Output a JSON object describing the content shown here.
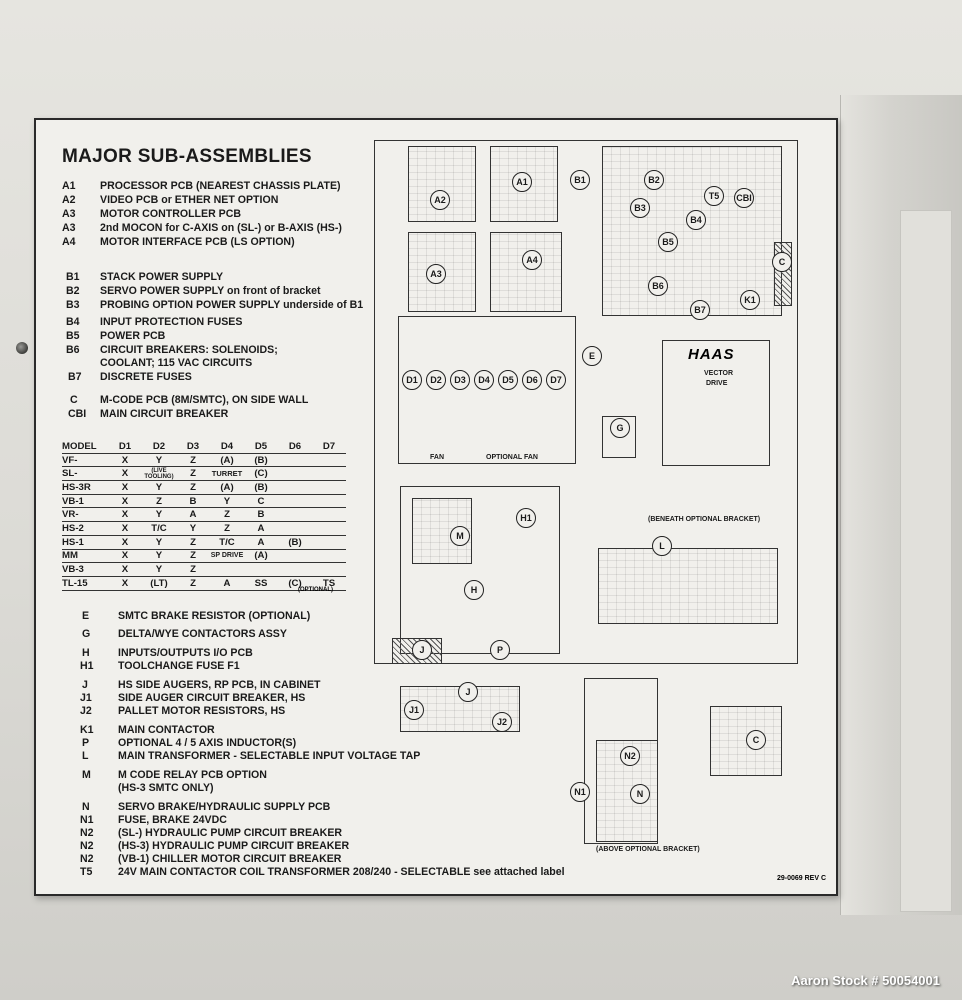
{
  "label": {
    "title": "MAJOR SUB-ASSEMBLIES",
    "revision": "29-0069 REV C",
    "legend": [
      {
        "code": "A1",
        "desc": "PROCESSOR PCB (NEAREST CHASSIS PLATE)"
      },
      {
        "code": "A2",
        "desc": "VIDEO PCB or ETHER NET OPTION"
      },
      {
        "code": "A3",
        "desc": "MOTOR CONTROLLER PCB"
      },
      {
        "code": "A3",
        "desc": "2nd MOCON for C-AXIS on (SL-) or  B-AXIS (HS-)"
      },
      {
        "code": "A4",
        "desc": "MOTOR INTERFACE PCB (LS OPTION)"
      },
      {
        "code": "B1",
        "desc": "STACK POWER SUPPLY"
      },
      {
        "code": "B2",
        "desc": "SERVO POWER SUPPLY on front of bracket"
      },
      {
        "code": "B3",
        "desc": "PROBING OPTION POWER SUPPLY underside of B1"
      },
      {
        "code": "B4",
        "desc": "INPUT PROTECTION FUSES"
      },
      {
        "code": "B5",
        "desc": "POWER PCB"
      },
      {
        "code": "B6",
        "desc": "CIRCUIT BREAKERS: SOLENOIDS;"
      },
      {
        "code": "",
        "desc": "COOLANT; 115 VAC CIRCUITS"
      },
      {
        "code": "B7",
        "desc": "DISCRETE FUSES"
      },
      {
        "code": "C",
        "desc": "M-CODE PCB (8M/SMTC), ON SIDE WALL"
      },
      {
        "code": "CBI",
        "desc": "MAIN CIRCUIT BREAKER"
      }
    ],
    "models_header": [
      "MODEL",
      "D1",
      "D2",
      "D3",
      "D4",
      "D5",
      "D6",
      "D7"
    ],
    "models": [
      [
        "VF-",
        "X",
        "Y",
        "Z",
        "(A)",
        "(B)",
        "",
        ""
      ],
      [
        "SL-",
        "X",
        "(LIVE TOOLING)",
        "Z",
        "TURRET",
        "(C)",
        "",
        ""
      ],
      [
        "HS-3R",
        "X",
        "Y",
        "Z",
        "(A)",
        "(B)",
        "",
        ""
      ],
      [
        "VB-1",
        "X",
        "Z",
        "B",
        "Y",
        "C",
        "",
        ""
      ],
      [
        "VR-",
        "X",
        "Y",
        "A",
        "Z",
        "B",
        "",
        ""
      ],
      [
        "HS-2",
        "X",
        "T/C",
        "Y",
        "Z",
        "A",
        "",
        ""
      ],
      [
        "HS-1",
        "X",
        "Y",
        "Z",
        "T/C",
        "A",
        "(B)",
        ""
      ],
      [
        "MM",
        "X",
        "Y",
        "Z",
        "SP DRIVE",
        "(A)",
        "",
        ""
      ],
      [
        "VB-3",
        "X",
        "Y",
        "Z",
        "",
        "",
        "",
        ""
      ],
      [
        "TL-15",
        "X",
        "(LT)",
        "Z",
        "A",
        "SS",
        "(C)",
        "TS"
      ]
    ],
    "models_optional_note": "(OPTIONAL)",
    "legend2": [
      {
        "code": "E",
        "desc": "SMTC BRAKE RESISTOR (OPTIONAL)"
      },
      {
        "code": "G",
        "desc": "DELTA/WYE CONTACTORS ASSY"
      },
      {
        "code": "H",
        "desc": "INPUTS/OUTPUTS I/O PCB"
      },
      {
        "code": "H1",
        "desc": "TOOLCHANGE FUSE F1"
      },
      {
        "code": "J",
        "desc": "HS SIDE AUGERS, RP PCB, IN CABINET"
      },
      {
        "code": "J1",
        "desc": "SIDE AUGER CIRCUIT BREAKER, HS"
      },
      {
        "code": "J2",
        "desc": "PALLET MOTOR RESISTORS, HS"
      },
      {
        "code": "K1",
        "desc": "MAIN CONTACTOR"
      },
      {
        "code": "P",
        "desc": "OPTIONAL 4 / 5 AXIS INDUCTOR(S)"
      },
      {
        "code": "L",
        "desc": "MAIN TRANSFORMER - SELECTABLE INPUT VOLTAGE TAP"
      },
      {
        "code": "M",
        "desc": "M CODE RELAY PCB OPTION"
      },
      {
        "code": "",
        "desc": "(HS-3 SMTC ONLY)"
      },
      {
        "code": "N",
        "desc": "SERVO BRAKE/HYDRAULIC SUPPLY PCB"
      },
      {
        "code": "N1",
        "desc": "FUSE, BRAKE 24VDC"
      },
      {
        "code": "N2",
        "desc": "(SL-) HYDRAULIC PUMP CIRCUIT BREAKER"
      },
      {
        "code": "N2",
        "desc": "(HS-3) HYDRAULIC PUMP CIRCUIT BREAKER"
      },
      {
        "code": "N2",
        "desc": "(VB-1) CHILLER MOTOR CIRCUIT BREAKER"
      },
      {
        "code": "T5",
        "desc": "24V MAIN CONTACTOR COIL TRANSFORMER 208/240 - SELECTABLE see attached label"
      }
    ],
    "diagram": {
      "callouts": [
        "A2",
        "A1",
        "A3",
        "A4",
        "B1",
        "B2",
        "B3",
        "T5",
        "CBI",
        "B4",
        "B5",
        "B6",
        "C",
        "K1",
        "B7",
        "E",
        "D1",
        "D2",
        "D3",
        "D4",
        "D5",
        "D6",
        "D7",
        "G",
        "H1",
        "M",
        "H",
        "L",
        "J",
        "P",
        "J1",
        "J2",
        "N2",
        "N1",
        "N",
        "C"
      ],
      "fan": "FAN",
      "optional_fan": "OPTIONAL FAN",
      "brand": "HAAS",
      "vector_drive_1": "VECTOR",
      "vector_drive_2": "DRIVE",
      "beneath_bracket": "(BENEATH OPTIONAL BRACKET)",
      "above_bracket": "(ABOVE OPTIONAL BRACKET)"
    }
  },
  "watermark": "Aaron Stock # 50054001"
}
